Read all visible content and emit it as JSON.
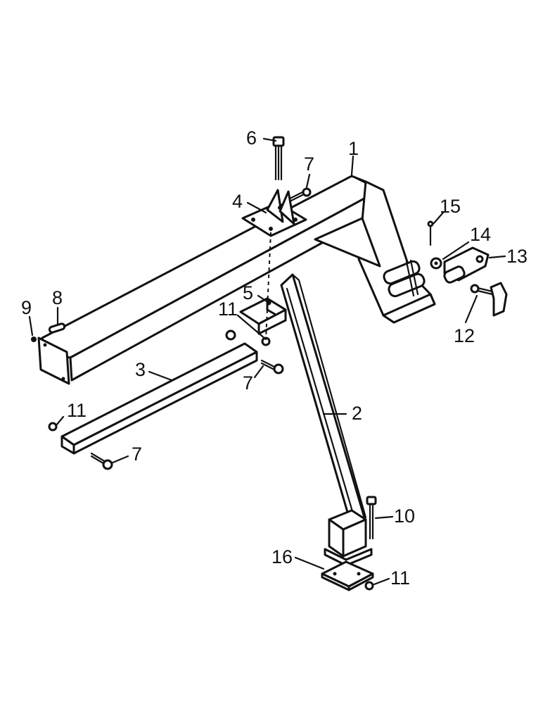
{
  "diagram": {
    "callouts": [
      {
        "id": "c1",
        "text": "1"
      },
      {
        "id": "c2",
        "text": "2"
      },
      {
        "id": "c3",
        "text": "3"
      },
      {
        "id": "c4",
        "text": "4"
      },
      {
        "id": "c5",
        "text": "5"
      },
      {
        "id": "c6",
        "text": "6"
      },
      {
        "id": "c7a",
        "text": "7"
      },
      {
        "id": "c7b",
        "text": "7"
      },
      {
        "id": "c7c",
        "text": "7"
      },
      {
        "id": "c8",
        "text": "8"
      },
      {
        "id": "c9",
        "text": "9"
      },
      {
        "id": "c10",
        "text": "10"
      },
      {
        "id": "c11a",
        "text": "11"
      },
      {
        "id": "c11b",
        "text": "11"
      },
      {
        "id": "c11c",
        "text": "11"
      },
      {
        "id": "c12",
        "text": "12"
      },
      {
        "id": "c13",
        "text": "13"
      },
      {
        "id": "c14",
        "text": "14"
      },
      {
        "id": "c15",
        "text": "15"
      },
      {
        "id": "c16",
        "text": "16"
      }
    ]
  }
}
